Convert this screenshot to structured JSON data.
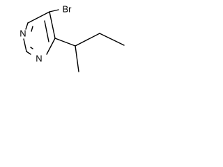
{
  "molecule": {
    "atoms": {
      "bromine": "Br",
      "nitrogen_top": "N",
      "nitrogen_bottom": "N"
    }
  }
}
